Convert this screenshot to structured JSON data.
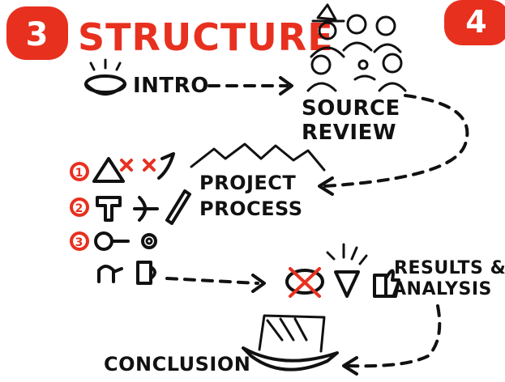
{
  "section": {
    "number": "3",
    "title": "STRUCTURE"
  },
  "next_section": {
    "number": "4"
  },
  "steps": {
    "intro": "INTRO",
    "source_review_line1": "SOURCE",
    "source_review_line2": "REVIEW",
    "project_process_line1": "PROJECT",
    "project_process_line2": "PROCESS",
    "results_line1": "RESULTS &",
    "results_line2": "ANALYSIS",
    "conclusion": "CONCLUSION"
  },
  "process_items": [
    "1",
    "2",
    "3"
  ],
  "colors": {
    "accent": "#e8301f",
    "ink": "#111111",
    "background": "#ffffff"
  }
}
